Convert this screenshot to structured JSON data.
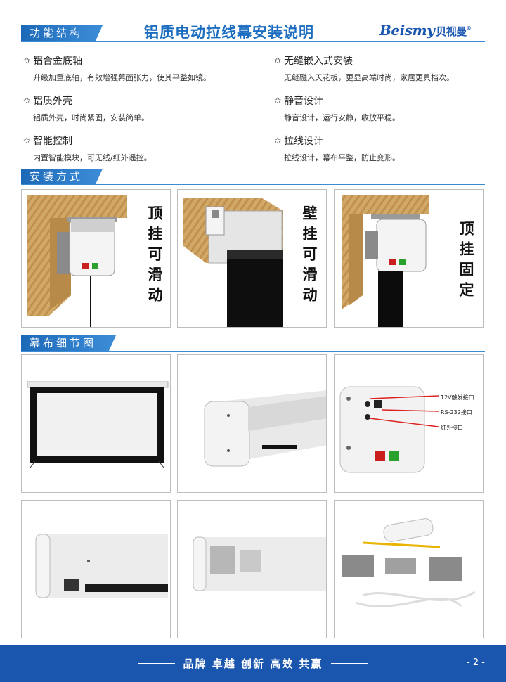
{
  "header": {
    "section1": "功能结构",
    "title": "铝质电动拉线幕安装说明",
    "logo_latin": "Beismy",
    "logo_cn": "贝视曼",
    "logo_mark": "®"
  },
  "features": [
    {
      "title": "铝合金底轴",
      "desc": "升级加重底轴，有效增强幕面张力，使其平整如镜。"
    },
    {
      "title": "无缝嵌入式安装",
      "desc": "无缝融入天花板，更显高端时尚，家居更具档次。"
    },
    {
      "title": "铝质外壳",
      "desc": "铝质外壳，时尚紧固，安装简单。"
    },
    {
      "title": "静音设计",
      "desc": "静音设计，运行安静，收放平稳。"
    },
    {
      "title": "智能控制",
      "desc": "内置智能模块，可无线/红外遥控。"
    },
    {
      "title": "拉线设计",
      "desc": "拉线设计，幕布平整，防止变形。"
    }
  ],
  "feature_icon": "star-outline-icon",
  "install": {
    "section": "安装方式",
    "methods": [
      "顶挂可滑动",
      "壁挂可滑动",
      "顶挂固定"
    ]
  },
  "details": {
    "section": "幕布细节图",
    "ports": [
      "12V触发接口",
      "RS-232接口",
      "红外接口"
    ]
  },
  "footer": {
    "slogan": "品牌  卓越  创新  高效  共赢",
    "page": "- 2 -"
  },
  "colors": {
    "brand_blue": "#1a56ad",
    "accent_blue": "#3a8ad6"
  }
}
